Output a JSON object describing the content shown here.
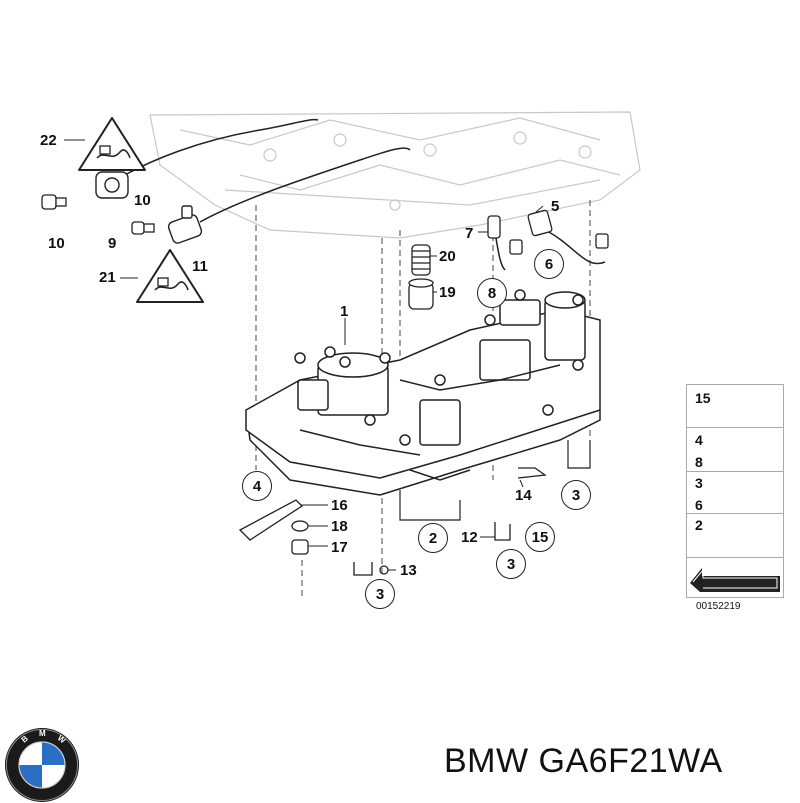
{
  "title": {
    "brand": "BMW",
    "model": "GA6F21WA",
    "full": "BMW GA6F21WA"
  },
  "logo": {
    "lettering": "BMW",
    "colors": {
      "ring": "#1a1a1a",
      "blue": "#2a6fc4",
      "white": "#ffffff"
    }
  },
  "diagram_id": "00152219",
  "callouts": {
    "c1": "1",
    "c5": "5",
    "c7": "7",
    "c9": "9",
    "c10a": "10",
    "c10b": "10",
    "c11": "11",
    "c12": "12",
    "c13": "13",
    "c14": "14",
    "c16": "16",
    "c17": "17",
    "c18": "18",
    "c19": "19",
    "c20": "20",
    "c21": "21",
    "c22": "22"
  },
  "circled": {
    "c2": "2",
    "c3a": "3",
    "c3b": "3",
    "c3c": "3",
    "c4": "4",
    "c6": "6",
    "c8": "8",
    "c15": "15"
  },
  "legend": [
    {
      "numbers": [
        "15"
      ]
    },
    {
      "numbers": [
        "4",
        "8"
      ]
    },
    {
      "numbers": [
        "3",
        "6"
      ]
    },
    {
      "numbers": [
        "2"
      ]
    }
  ],
  "colors": {
    "line": "#222222",
    "ghost": "#c8c8c8",
    "fill": "#ffffff"
  }
}
